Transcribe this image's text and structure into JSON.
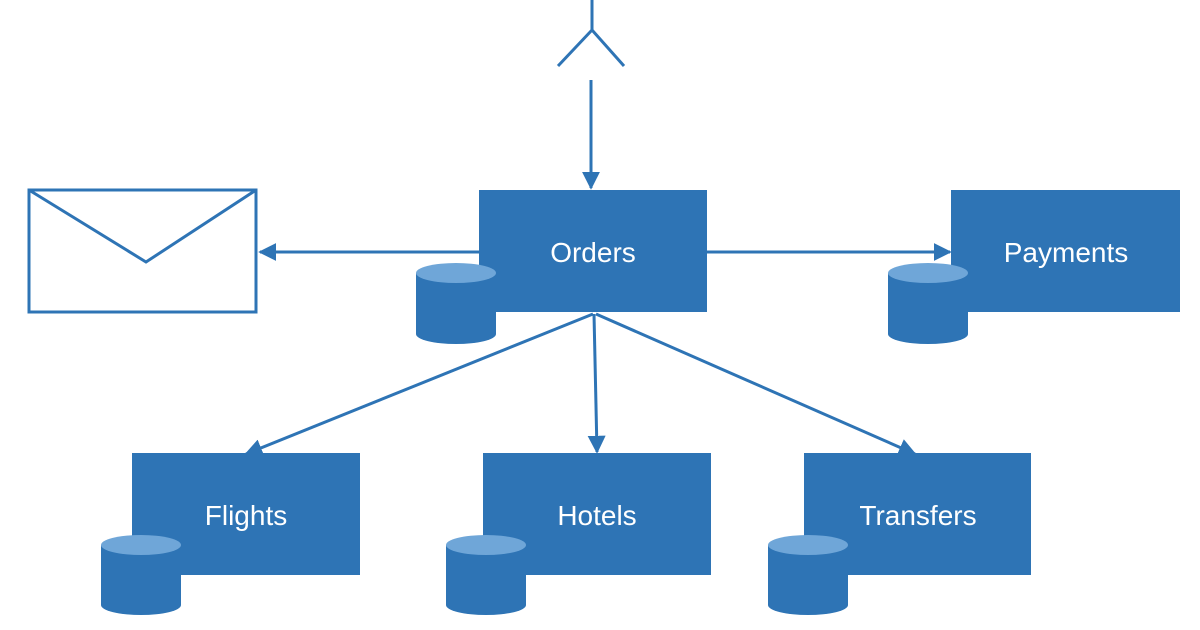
{
  "colors": {
    "box_fill": "#2E74B5",
    "line": "#2E74B5",
    "db_top": "#6FA6D8",
    "background": "#FFFFFF"
  },
  "services": [
    {
      "id": "orders",
      "label": "Orders"
    },
    {
      "id": "payments",
      "label": "Payments"
    },
    {
      "id": "flights",
      "label": "Flights"
    },
    {
      "id": "hotels",
      "label": "Hotels"
    },
    {
      "id": "transfers",
      "label": "Transfers"
    }
  ],
  "icons": {
    "actor": "actor-icon",
    "email": "envelope-icon",
    "database": "database-icon"
  },
  "edges": [
    {
      "from": "actor",
      "to": "orders"
    },
    {
      "from": "orders",
      "to": "email"
    },
    {
      "from": "orders",
      "to": "payments"
    },
    {
      "from": "orders",
      "to": "flights"
    },
    {
      "from": "orders",
      "to": "hotels"
    },
    {
      "from": "orders",
      "to": "transfers"
    }
  ]
}
